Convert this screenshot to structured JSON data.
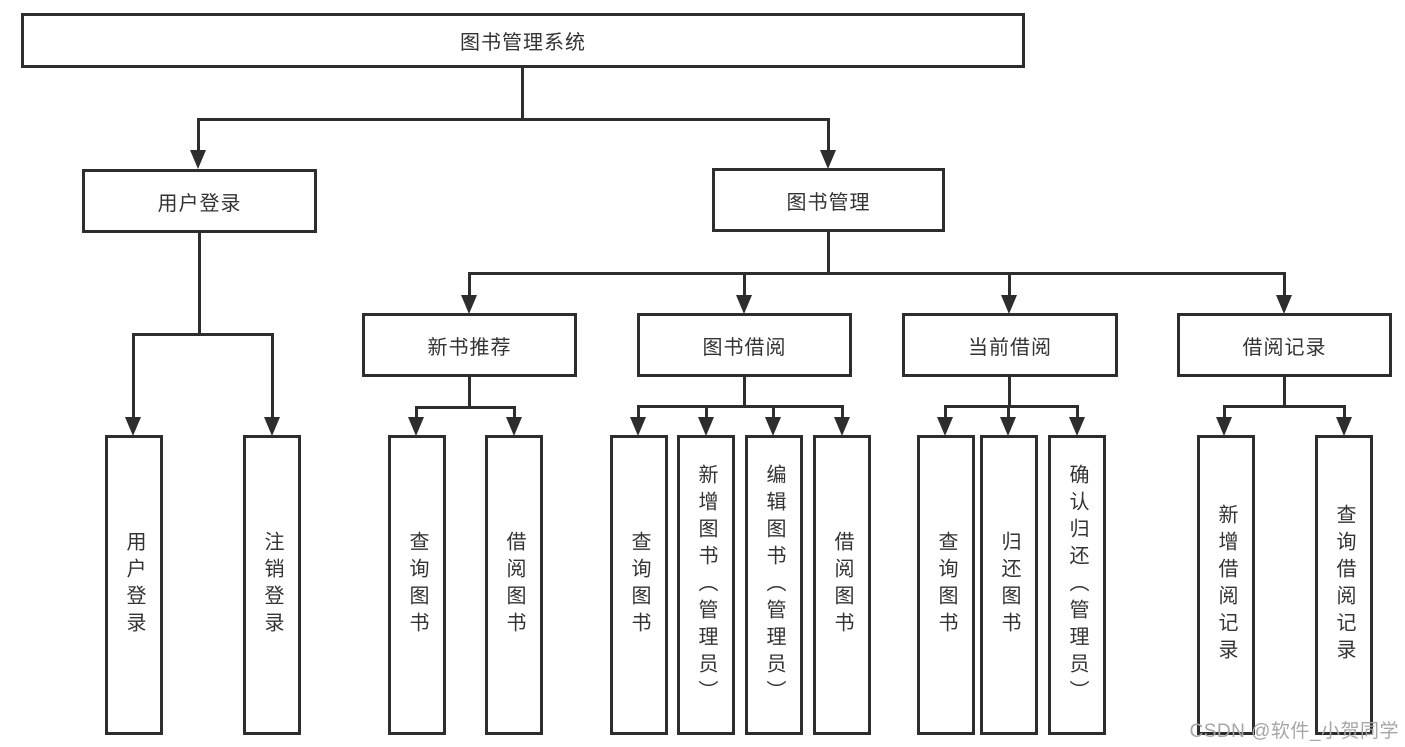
{
  "tree": {
    "label": "图书管理系统",
    "children": [
      {
        "label": "用户登录",
        "children": [
          {
            "label": "用户登录"
          },
          {
            "label": "注销登录"
          }
        ]
      },
      {
        "label": "图书管理",
        "children": [
          {
            "label": "新书推荐",
            "children": [
              {
                "label": "查询图书"
              },
              {
                "label": "借阅图书"
              }
            ]
          },
          {
            "label": "图书借阅",
            "children": [
              {
                "label": "查询图书"
              },
              {
                "label": "新增图书（管理员）"
              },
              {
                "label": "编辑图书（管理员）"
              },
              {
                "label": "借阅图书"
              }
            ]
          },
          {
            "label": "当前借阅",
            "children": [
              {
                "label": "查询图书"
              },
              {
                "label": "归还图书"
              },
              {
                "label": "确认归还（管理员）"
              }
            ]
          },
          {
            "label": "借阅记录",
            "children": [
              {
                "label": "新增借阅记录"
              },
              {
                "label": "查询借阅记录"
              }
            ]
          }
        ]
      }
    ]
  },
  "watermark": "CSDN @软件_小贺同学",
  "colors": {
    "line": "#2d2d2d",
    "text": "#333333",
    "watermark": "#a6a6a6",
    "background": "#ffffff"
  }
}
